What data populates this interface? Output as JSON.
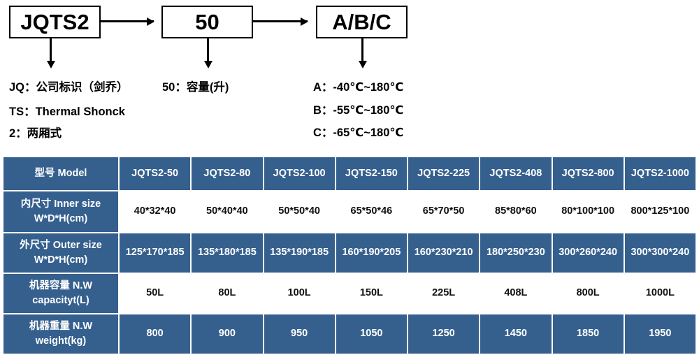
{
  "diagram": {
    "boxes": [
      {
        "id": "model",
        "label": "JQTS2"
      },
      {
        "id": "volume",
        "label": "50"
      },
      {
        "id": "temp",
        "label": "A/B/C"
      }
    ],
    "legend_left": [
      "JQ：公司标识（剑乔）",
      "TS：Thermal Shonck",
      "2：两厢式"
    ],
    "legend_mid": [
      "50：容量(升)"
    ],
    "legend_right": [
      "A：-40℃~180℃",
      "B：-55℃~180℃",
      "C：-65℃~180℃"
    ]
  },
  "table": {
    "row_headers": [
      "型号 Model",
      "内尺寸 Inner size\nW*D*H(cm)",
      "外尺寸 Outer size\nW*D*H(cm)",
      "机器容量 N.W\ncapacityt(L)",
      "机器重量 N.W\nweight(kg)"
    ],
    "row_headers_split": [
      {
        "line1": "型号 Model",
        "line2": ""
      },
      {
        "line1": "内尺寸 Inner size",
        "line2": "W*D*H(cm)"
      },
      {
        "line1": "外尺寸 Outer size",
        "line2": "W*D*H(cm)"
      },
      {
        "line1": "机器容量 N.W",
        "line2": "capacityt(L)"
      },
      {
        "line1": "机器重量 N.W",
        "line2": "weight(kg)"
      }
    ],
    "models": [
      "JQTS2-50",
      "JQTS2-80",
      "JQTS2-100",
      "JQTS2-150",
      "JQTS2-225",
      "JQTS2-408",
      "JQTS2-800",
      "JQTS2-1000"
    ],
    "inner_size": [
      "40*32*40",
      "50*40*40",
      "50*50*40",
      "65*50*46",
      "65*70*50",
      "85*80*60",
      "80*100*100",
      "800*125*100"
    ],
    "outer_size": [
      "125*170*185",
      "135*180*185",
      "135*190*185",
      "160*190*205",
      "160*230*210",
      "180*250*230",
      "300*260*240",
      "300*300*240"
    ],
    "capacity": [
      "50L",
      "80L",
      "100L",
      "150L",
      "225L",
      "408L",
      "800L",
      "1000L"
    ],
    "weight": [
      "800",
      "900",
      "950",
      "1050",
      "1250",
      "1450",
      "1850",
      "1950"
    ]
  },
  "colors": {
    "header_blue": "#35608e",
    "cell_white": "#ffffff",
    "text_dark": "#111111",
    "line_black": "#000000"
  }
}
